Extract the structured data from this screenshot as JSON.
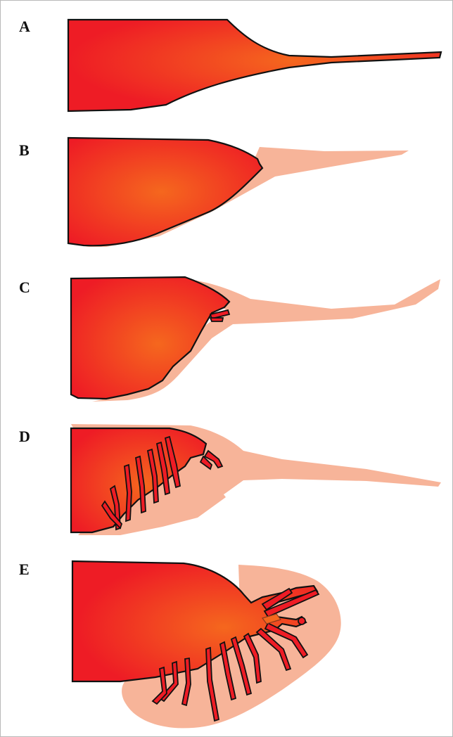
{
  "panels": [
    {
      "label": "A"
    },
    {
      "label": "B"
    },
    {
      "label": "C"
    },
    {
      "label": "D"
    },
    {
      "label": "E"
    }
  ],
  "colors": {
    "body_center": "#f5671e",
    "body_edge": "#ee1c25",
    "outline": "#111111",
    "tissue": "#f7b499"
  }
}
